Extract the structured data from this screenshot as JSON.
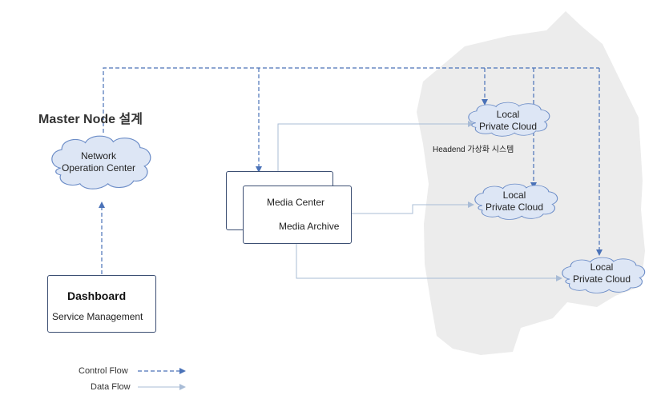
{
  "title": "Master Node 설계",
  "network_center": {
    "line1": "Network",
    "line2": "Operation Center"
  },
  "dashboard": {
    "title": "Dashboard",
    "subtitle": "Service Management"
  },
  "media": {
    "center": "Media Center",
    "archive": "Media Archive"
  },
  "clouds": [
    {
      "line1": "Local",
      "line2": "Private Cloud"
    },
    {
      "line1": "Local",
      "line2": "Private Cloud"
    },
    {
      "line1": "Local",
      "line2": "Private Cloud"
    }
  ],
  "headend_label": "Headend 가상화 시스템",
  "legend": {
    "control": "Control Flow",
    "data": "Data Flow"
  },
  "colors": {
    "control_flow": "#4a72b8",
    "data_flow": "#a9bcd6",
    "cloud_fill": "#dde6f5",
    "cloud_stroke": "#6b8cc7",
    "region_fill": "#ececec"
  }
}
